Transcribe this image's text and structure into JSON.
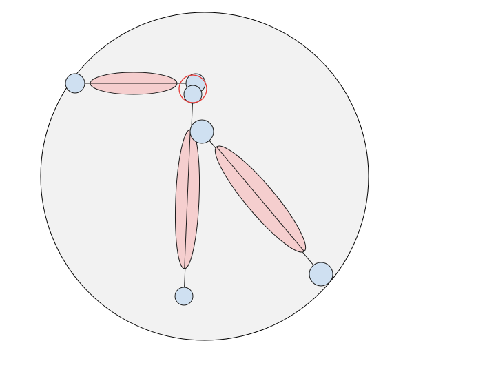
{
  "colors": {
    "boundary_fill": "#f2f2f2",
    "boundary_stroke": "#000000",
    "joint_fill": "#cfe0f1",
    "joint_stroke": "#1a1a1a",
    "segment_fill": "#f5cece",
    "segment_stroke": "#1a1a1a",
    "link_stroke": "#1a1a1a",
    "highlight_stroke": "#e53935"
  },
  "shape_names": {
    "boundary": "boundary-circle",
    "joint": "joint-node",
    "segment": "segment-ellipse",
    "link": "link-line",
    "highlight": "highlight-ring"
  }
}
